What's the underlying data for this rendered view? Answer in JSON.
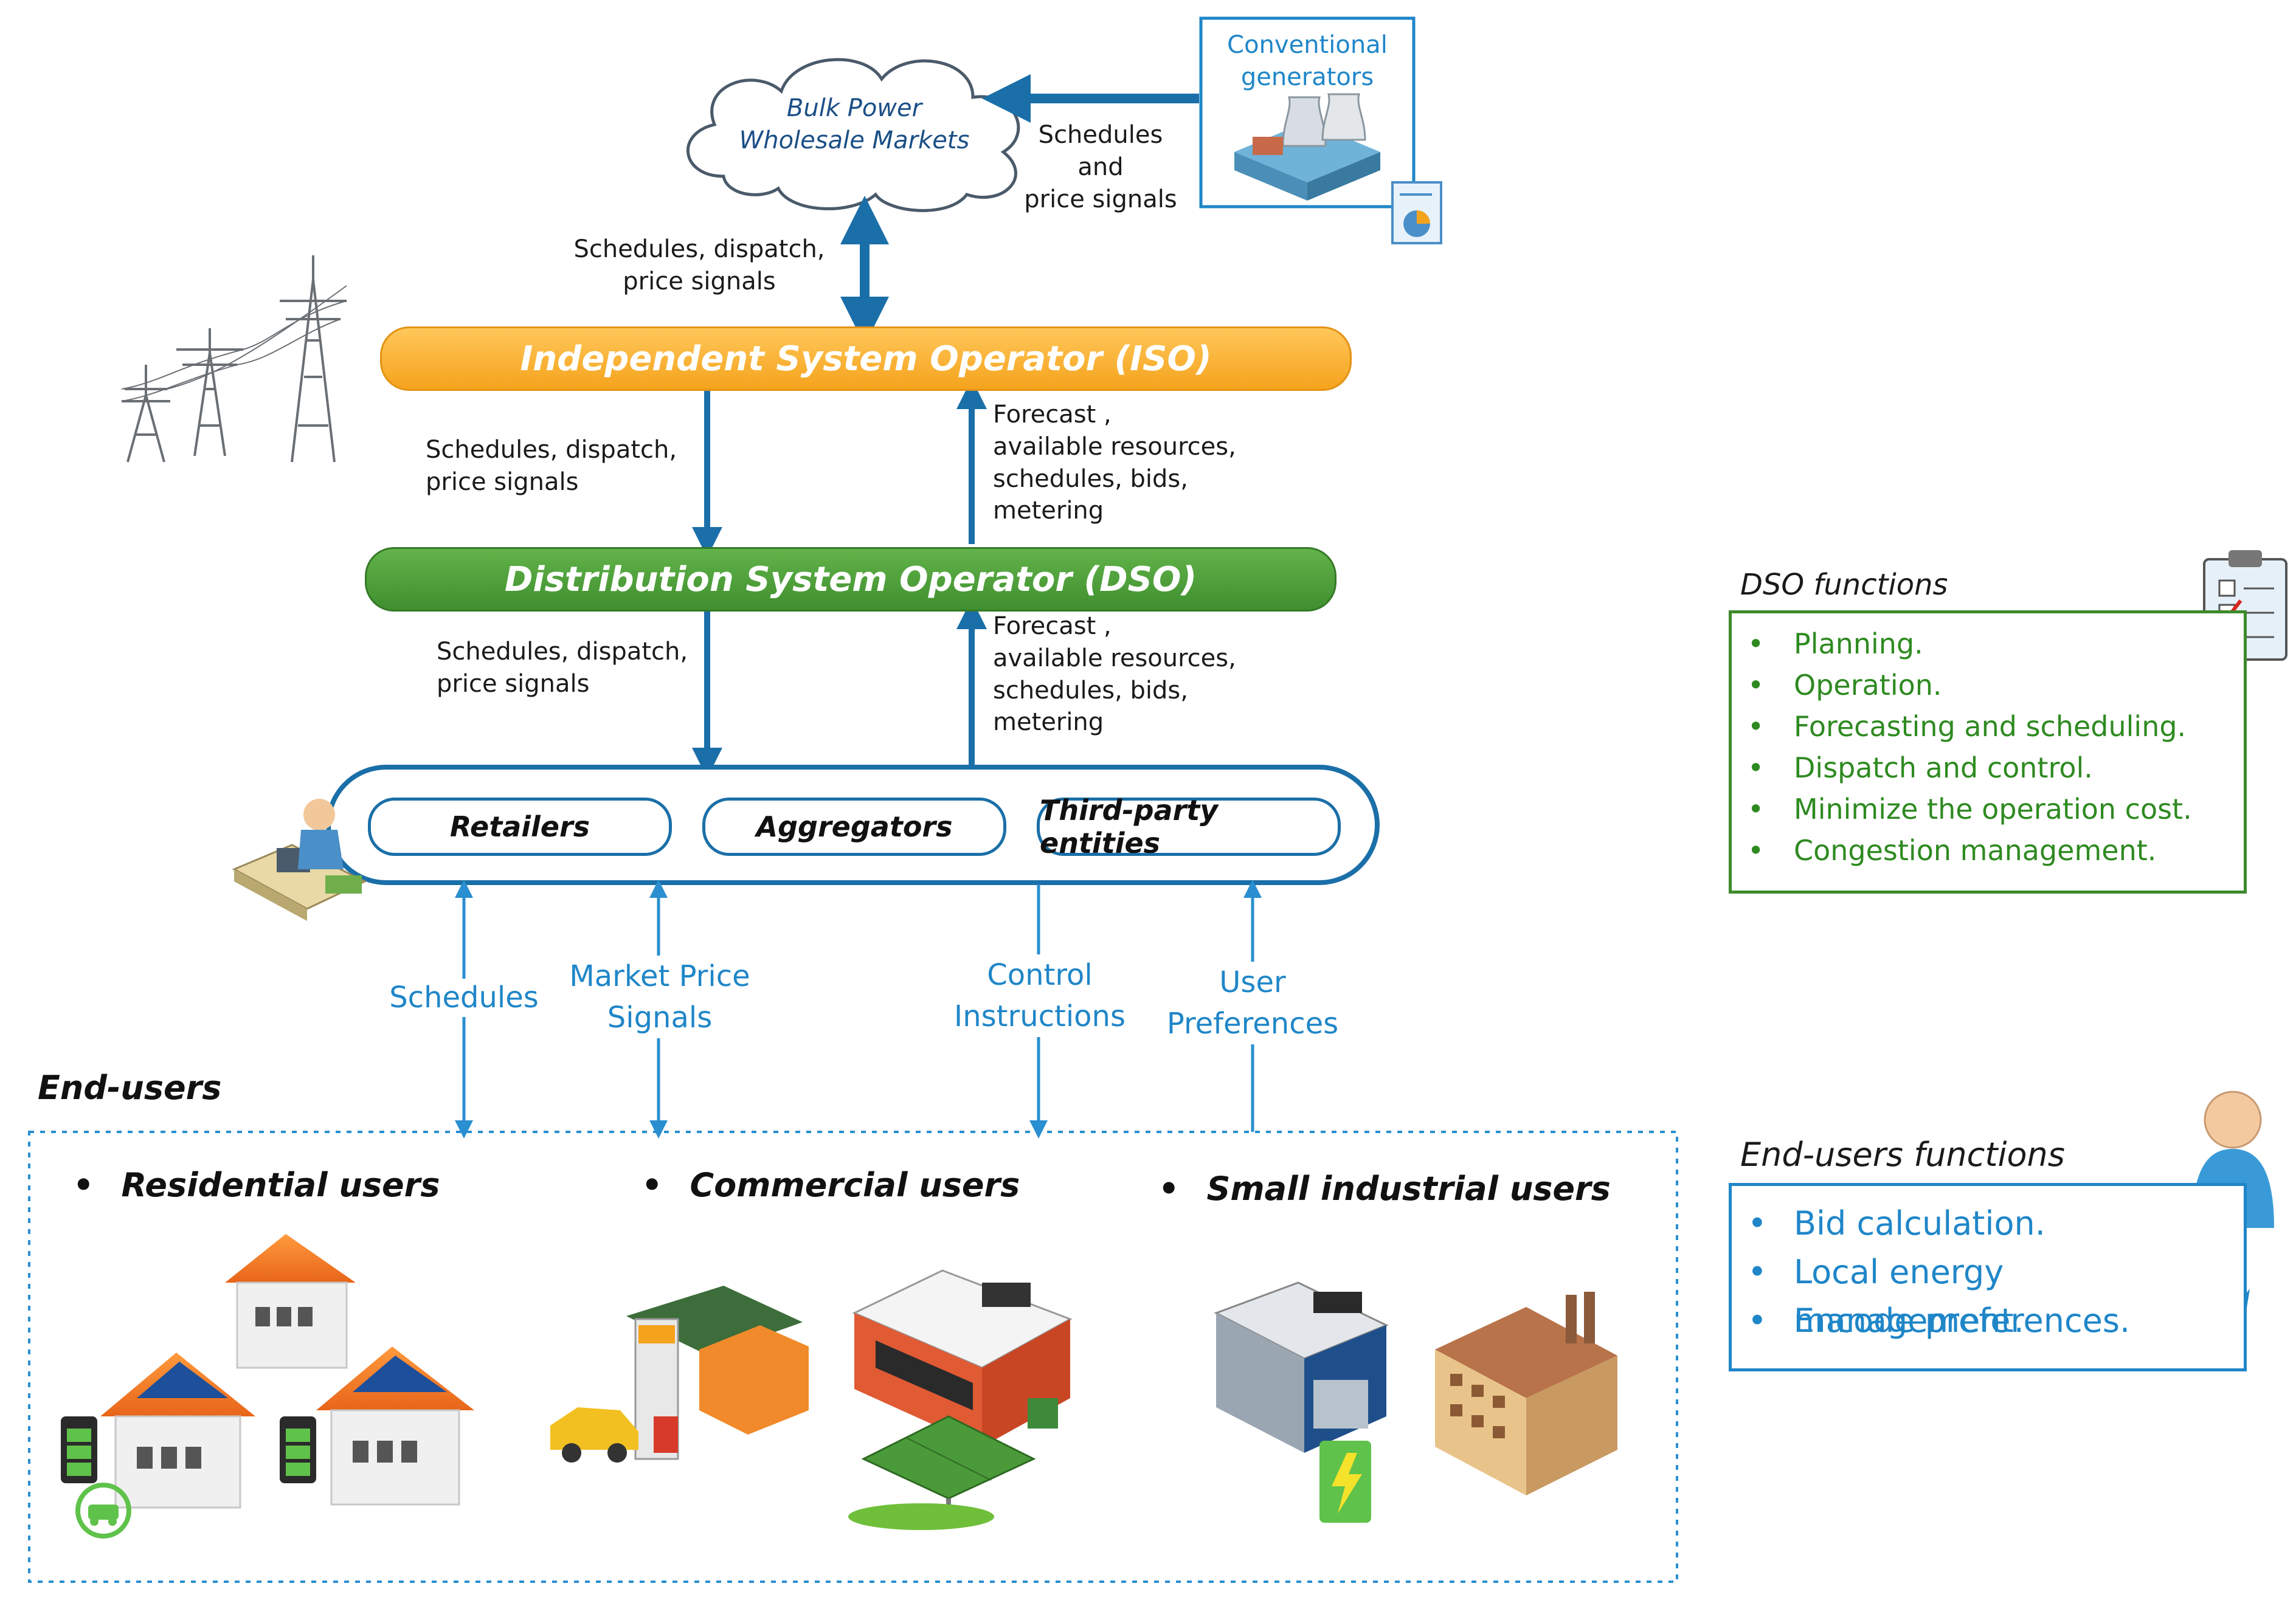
{
  "cloud": {
    "line1": "Bulk Power",
    "line2": "Wholesale Markets"
  },
  "conventional": {
    "line1": "Conventional",
    "line2": "generators"
  },
  "sched_price": {
    "line1": "Schedules",
    "line2": "and",
    "line3": "price signals"
  },
  "top_signals": {
    "line1": "Schedules, dispatch,",
    "line2": "price signals"
  },
  "iso_label": "Independent System Operator (ISO)",
  "iso_down": {
    "line1": "Schedules, dispatch,",
    "line2": "price signals"
  },
  "iso_up": {
    "line1": "Forecast ,",
    "line2": "available resources,",
    "line3": "schedules, bids,",
    "line4": "metering"
  },
  "dso_label": "Distribution System Operator (DSO)",
  "dso_down": {
    "line1": "Schedules, dispatch,",
    "line2": "price signals"
  },
  "dso_up": {
    "line1": "Forecast ,",
    "line2": "available resources,",
    "line3": "schedules, bids,",
    "line4": "metering"
  },
  "entities": [
    "Retailers",
    "Aggregators",
    "Third-party entities"
  ],
  "arrow_labels": {
    "schedules": "Schedules",
    "market": {
      "line1": "Market Price",
      "line2": "Signals"
    },
    "control": {
      "line1": "Control",
      "line2": "Instructions"
    },
    "user_pref": {
      "line1": "User",
      "line2": "Preferences"
    }
  },
  "end_users_title": "End-users",
  "user_groups": [
    "Residential users",
    "Commercial users",
    "Small industrial users"
  ],
  "bullet": "•",
  "dso_functions": {
    "title": "DSO functions",
    "items": [
      "Planning.",
      "Operation.",
      "Forecasting and scheduling.",
      "Dispatch and control.",
      "Minimize the operation cost.",
      "Congestion management."
    ]
  },
  "end_user_functions": {
    "title": "End-users functions",
    "items": [
      "Bid calculation.",
      "Local energy management.",
      "Encode preferences."
    ]
  },
  "colors": {
    "arrow": "#1b6fa8",
    "light_arrow": "#2a8fd0",
    "iso": "#f5a31d",
    "dso": "#3f8f2f",
    "green_text": "#2e8a20",
    "blue_text": "#1f86c8"
  },
  "icons": [
    "transmission-tower-icon",
    "office-worker-icon",
    "power-plant-icon",
    "report-icon",
    "clipboard-checklist-icon",
    "person-icon",
    "house-icon",
    "solar-house-icon",
    "battery-icon",
    "ev-charger-icon",
    "gas-station-icon",
    "car-icon",
    "store-icon",
    "solar-panel-icon",
    "warehouse-icon",
    "factory-icon",
    "lightning-battery-icon"
  ]
}
